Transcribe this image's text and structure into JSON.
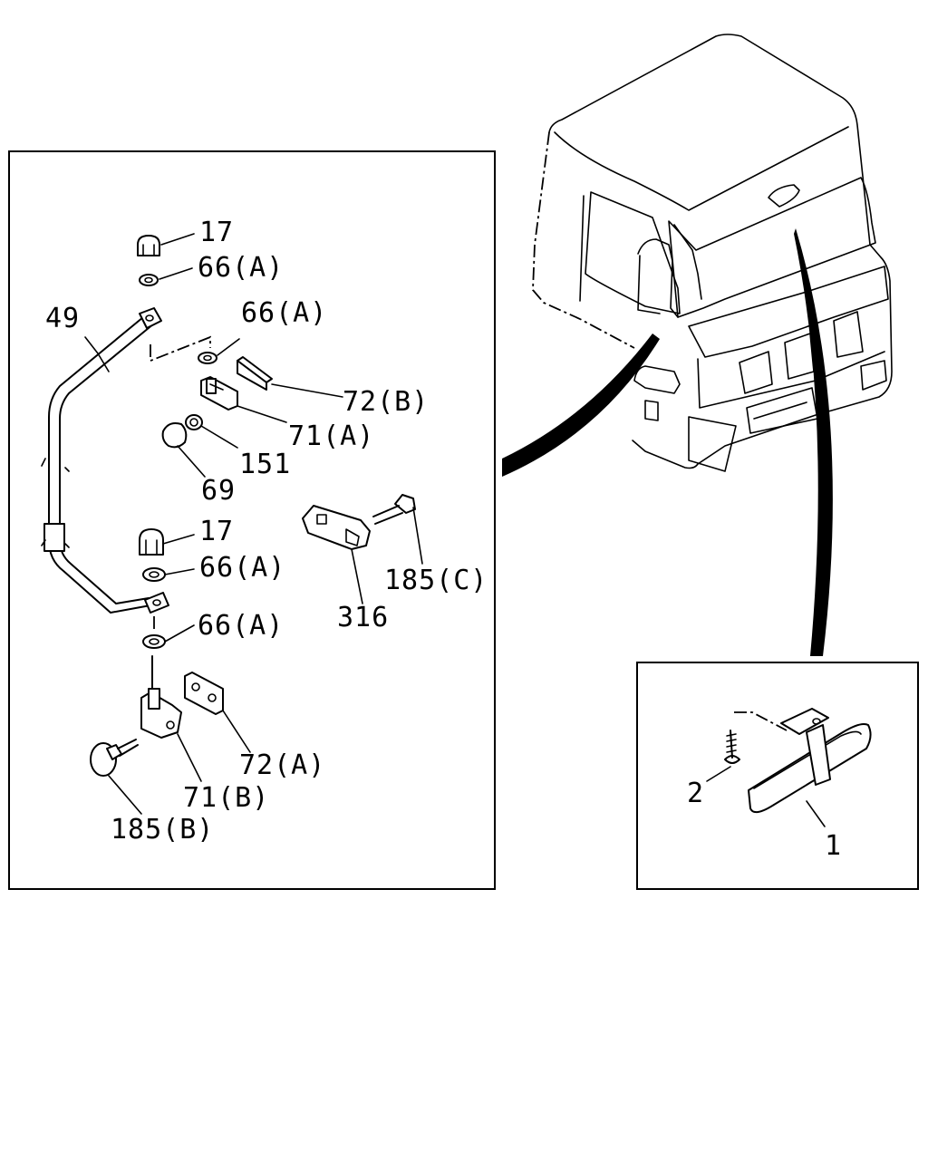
{
  "labels": {
    "p17_top": "17",
    "p66a_1": "66(A)",
    "p49": "49",
    "p66a_2": "66(A)",
    "p72b": "72(B)",
    "p71a": "71(A)",
    "p151": "151",
    "p69": "69",
    "p17_mid": "17",
    "p66a_3": "66(A)",
    "p185c": "185(C)",
    "p316": "316",
    "p66a_4": "66(A)",
    "p72a": "72(A)",
    "p71b": "71(B)",
    "p185b": "185(B)",
    "p2": "2",
    "p1": "1"
  }
}
